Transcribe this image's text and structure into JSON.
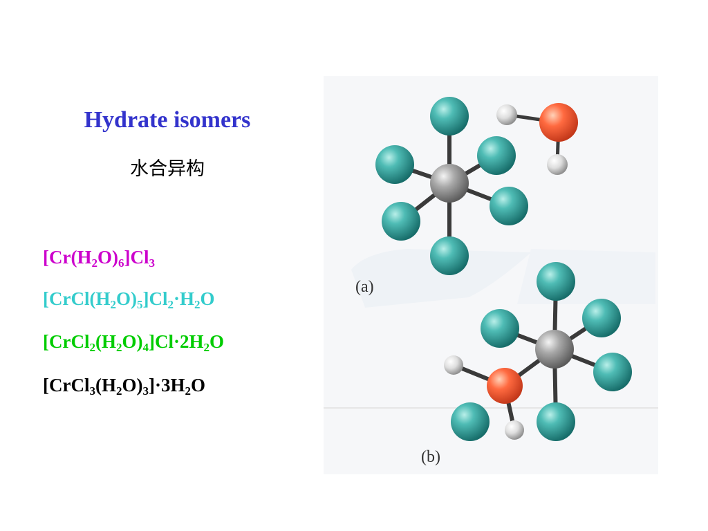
{
  "title": "Hydrate isomers",
  "subtitle": "水合异构",
  "formulas": [
    {
      "color": "#cc00cc",
      "parts": [
        {
          "t": "[Cr(H"
        },
        {
          "s": "2"
        },
        {
          "t": "O)"
        },
        {
          "s": "6"
        },
        {
          "t": "]Cl"
        },
        {
          "s": "3"
        }
      ]
    },
    {
      "color": "#33cccc",
      "parts": [
        {
          "t": "[CrCl(H"
        },
        {
          "s": "2"
        },
        {
          "t": "O)"
        },
        {
          "s": "5"
        },
        {
          "t": "]Cl"
        },
        {
          "s": "2"
        },
        {
          "t": "·H"
        },
        {
          "s": "2"
        },
        {
          "t": "O"
        }
      ]
    },
    {
      "color": "#00cc00",
      "parts": [
        {
          "t": "[CrCl"
        },
        {
          "s": "2"
        },
        {
          "t": "(H"
        },
        {
          "s": "2"
        },
        {
          "t": "O)"
        },
        {
          "s": "4"
        },
        {
          "t": "]Cl·2H"
        },
        {
          "s": "2"
        },
        {
          "t": "O"
        }
      ]
    },
    {
      "color": "#000000",
      "parts": [
        {
          "t": "[CrCl"
        },
        {
          "s": "3"
        },
        {
          "t": "(H"
        },
        {
          "s": "2"
        },
        {
          "t": "O)"
        },
        {
          "s": "3"
        },
        {
          "t": "]·3H"
        },
        {
          "s": "2"
        },
        {
          "t": "O"
        }
      ]
    }
  ],
  "figure": {
    "label_a": "(a)",
    "label_b": "(b)",
    "colors": {
      "ligand": "#2e9e9a",
      "metal": "#9a9a9a",
      "oxygen": "#ff5533",
      "hydrogen": "#d8d8d8",
      "background": "#f5f6f8"
    }
  }
}
